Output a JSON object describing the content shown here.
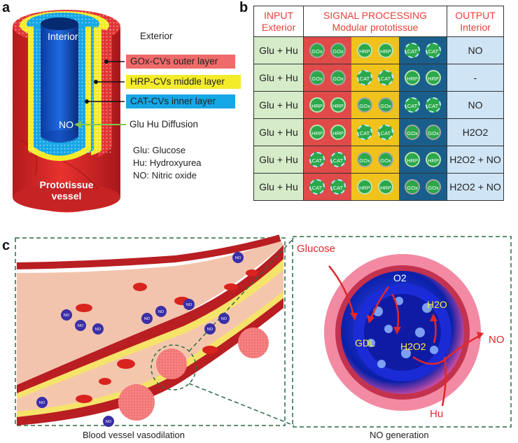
{
  "panel_a": {
    "letter": "a",
    "interior": "Interior",
    "exterior": "Exterior",
    "gox_label": "GOx-CVs outer layer",
    "hrp_label": "HRP-CVs middle layer",
    "cat_label": "CAT-CVs inner layer",
    "no_label": "NO",
    "diffusion_label": "Glu Hu Diffusion",
    "glossary": [
      "Glu: Glucose",
      "Hu: Hydroxyurea",
      "NO: Nitric oxide"
    ],
    "vessel_label_1": "Prototissue",
    "vessel_label_2": "vessel",
    "colors": {
      "gox": "#ef6b6a",
      "hrp": "#f4ec2b",
      "cat": "#16a7e6"
    }
  },
  "panel_b": {
    "letter": "b",
    "header_input_1": "INPUT",
    "header_input_2": "Exterior",
    "header_proc_1": "SIGNAL PROCESSING",
    "header_proc_2": "Modular prototissue",
    "header_output_1": "OUTPUT",
    "header_output_2": "Interior",
    "rows": [
      {
        "input": "Glu + Hu",
        "segments": [
          "GOx",
          "HRP",
          "CAT"
        ],
        "output": "NO"
      },
      {
        "input": "Glu + Hu",
        "segments": [
          "GOx",
          "CAT",
          "HRP"
        ],
        "output": "-"
      },
      {
        "input": "Glu + Hu",
        "segments": [
          "HRP",
          "GOx",
          "CAT"
        ],
        "output": "NO"
      },
      {
        "input": "Glu + Hu",
        "segments": [
          "HRP",
          "CAT",
          "GOx"
        ],
        "output": "H2O2"
      },
      {
        "input": "Glu + Hu",
        "segments": [
          "CAT",
          "GOx",
          "HRP"
        ],
        "output": "H2O2 + NO"
      },
      {
        "input": "Glu + Hu",
        "segments": [
          "CAT",
          "HRP",
          "GOx"
        ],
        "output": "H2O2 + NO"
      }
    ]
  },
  "panel_c": {
    "letter": "c",
    "no_badge": "NO",
    "left_caption": "Blood vessel vasodilation",
    "right_caption": "NO generation",
    "glucose": "Glucose",
    "o2": "O2",
    "h2o": "H2O",
    "gdl": "GDL",
    "h2o2": "H2O2",
    "no": "NO",
    "hu": "Hu"
  }
}
